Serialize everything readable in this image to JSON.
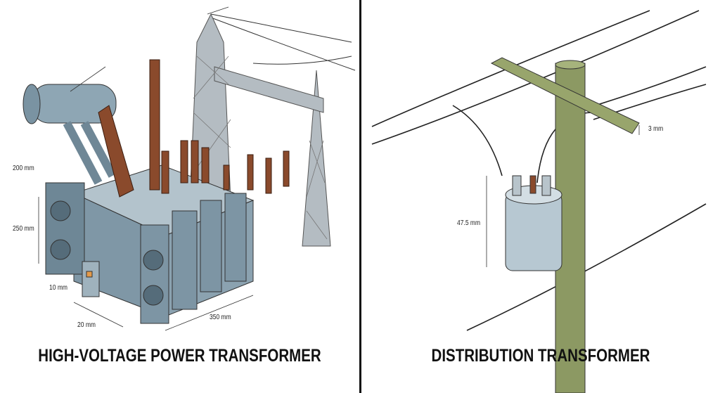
{
  "left_panel": {
    "title": "HIGH-VOLTAGE POWER TRANSFORMER",
    "dimensions": {
      "d1": "200 mm",
      "d2": "250 mm",
      "d3": "10 mm",
      "d4": "20 mm",
      "d5": "350 mm"
    }
  },
  "right_panel": {
    "title": "DISTRIBUTION TRANSFORMER",
    "dimensions": {
      "d1": "3 mm",
      "d2": "47.5 mm"
    }
  },
  "colors": {
    "tank": "#8199a8",
    "bushing": "#8a4a2c",
    "pole": "#8c9963",
    "steel": "#9aa3aa"
  }
}
